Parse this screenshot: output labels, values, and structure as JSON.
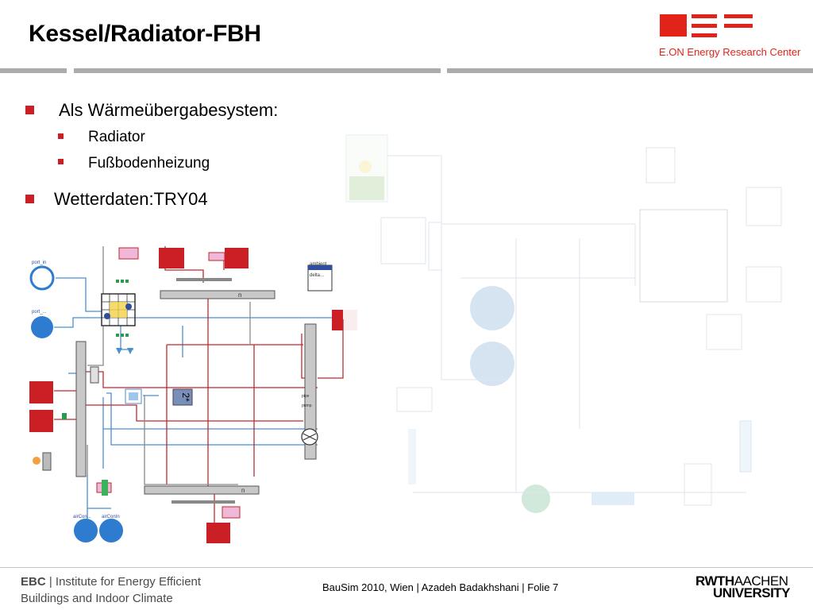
{
  "title": "Kessel/Radiator-FBH",
  "logo": {
    "org": "E.ON Energy Research Center"
  },
  "bullets": {
    "item1": "Als Wärmeübergabesystem:",
    "sub1": "Radiator",
    "sub2": "Fußbodenheizung",
    "item2": "Wetterdaten:TRY04"
  },
  "diagram": {
    "port_in": "port_in",
    "port_out": "port_...",
    "ambient": "ambient",
    "delta": "delta...",
    "aircon_left": "airCon...",
    "aircon_right": "airConIn",
    "gain_label": "2*",
    "rad_top": "n",
    "rad_bottom": "n",
    "pipe_label": "pipe",
    "pump_label": "pump"
  },
  "footer": {
    "ebc_prefix": "EBC",
    "ebc_line1": "Institute for Energy Efficient",
    "ebc_line2": "Buildings and Indoor Climate",
    "middle": "BauSim 2010, Wien | Azadeh Badakhshani | Folie 7",
    "rwth_line1a": "RWTH",
    "rwth_line1b": "AACHEN",
    "rwth_line2": "UNIVERSITY"
  },
  "colors": {
    "accent": "#c91f25",
    "eon_red": "#e2231a",
    "bar_gray": "#a9abad",
    "wire_red": "#c0282d",
    "wire_blue": "#4a8fd0"
  }
}
